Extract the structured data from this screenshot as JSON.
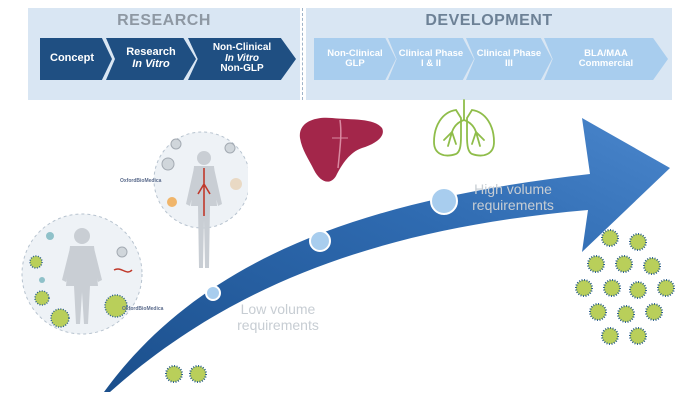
{
  "header": {
    "research_heading": "RESEARCH",
    "development_heading": "DEVELOPMENT"
  },
  "research_stages": [
    {
      "lines": [
        "Concept"
      ]
    },
    {
      "lines": [
        "Research",
        "In Vitro"
      ]
    },
    {
      "lines": [
        "Non-Clinical",
        "In Vitro",
        "Non-GLP"
      ]
    }
  ],
  "development_stages": [
    {
      "lines": [
        "Non-Clinical",
        "GLP"
      ]
    },
    {
      "lines": [
        "Clinical Phase",
        "I & II"
      ]
    },
    {
      "lines": [
        "Clinical Phase",
        "III"
      ]
    },
    {
      "lines": [
        "BLA/MAA",
        "Commercial"
      ]
    }
  ],
  "arrow": {
    "low_caption_1": "Low volume",
    "low_caption_2": "requirements",
    "high_caption_1": "High volume",
    "high_caption_2": "requirements"
  },
  "illustration_labels": {
    "brand_top": "OxfordBioMedica",
    "brand_bottom": "OxfordBioMedica"
  },
  "colors": {
    "band": "#d9e6f3",
    "dark_blue": "#1f4f82",
    "light_blue": "#a8cdee",
    "arrow_blue": "#2f6bb1",
    "liver": "#a3264a",
    "lungs": "#8fbd4a",
    "virus_core": "#b9cf5a",
    "virus_spikes": "#2b5f8e"
  }
}
